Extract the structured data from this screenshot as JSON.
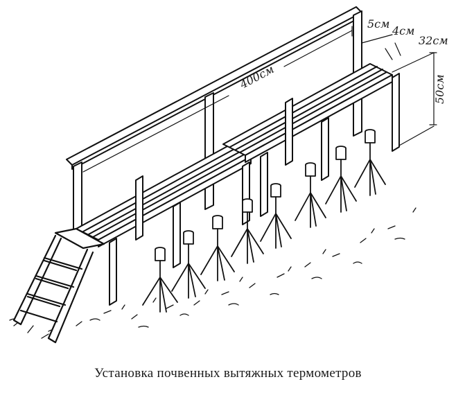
{
  "figure": {
    "dimensions": {
      "length": "400см",
      "gap": "5см",
      "board": "4см",
      "width": "32см",
      "height": "50см"
    },
    "caption": "Установка почвенных вытяжных термометров"
  }
}
